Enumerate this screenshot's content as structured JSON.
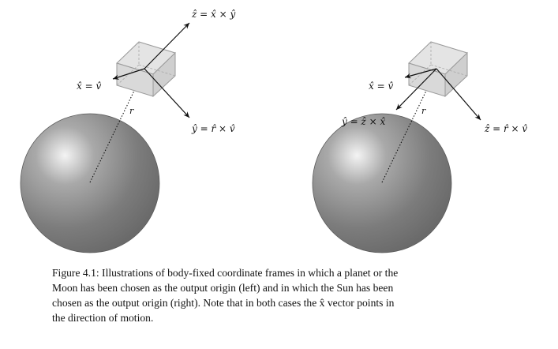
{
  "figure": {
    "left_panel": {
      "labels": {
        "z_axis": "ẑ = x̂ × ŷ",
        "x_axis": "x̂ = v̂",
        "y_axis": "ŷ = r̂ × v̂",
        "r": "r"
      }
    },
    "right_panel": {
      "labels": {
        "x_axis": "x̂ = v̂",
        "y_axis": "ŷ = ẑ × x̂",
        "z_axis": "ẑ = r̂ × v̂",
        "r": "r"
      }
    }
  },
  "caption": {
    "lines": [
      "Figure 4.1: Illustrations of body-fixed coordinate frames in which a planet or the",
      "Moon has been chosen as the output origin (left) and in which the Sun has been",
      "chosen as the output origin (right). Note that in both cases the x̂ vector points in",
      "the direction of motion."
    ]
  },
  "colors": {
    "sphere_highlight": "#f4f4f4",
    "sphere_shadow": "#6e6e6e",
    "cube_fill": "#dcdcdc",
    "cube_stroke": "#9a9a9a"
  }
}
